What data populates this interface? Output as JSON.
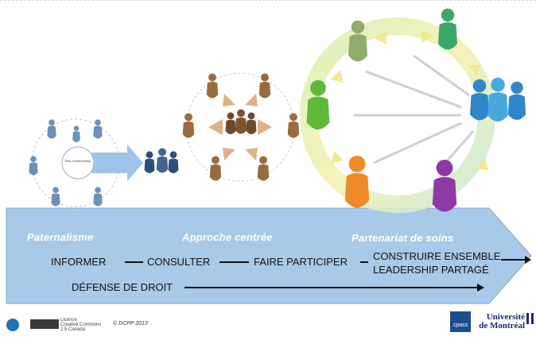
{
  "stages": {
    "paternalism": "Paternalisme",
    "centered": "Approche centrée",
    "partnership": "Partenariat de soins"
  },
  "steps": {
    "inform": "INFORMER",
    "consult": "CONSULTER",
    "participate": "FAIRE PARTICIPER",
    "build_line1": "CONSTRUIRE ENSEMBLE",
    "build_line2": "LEADERSHIP PARTAGÉ",
    "advocacy": "DÉFENSE DE DROIT"
  },
  "center_label": "Plan d'intervention",
  "footer": {
    "license_lines": [
      "Licence",
      "Creative Commons",
      "2.5 Canada"
    ],
    "copyright": "© DCPP 2013",
    "cpass": "cpass",
    "university_line1": "Université",
    "university_line2": "de Montréal"
  },
  "colors": {
    "arrow": "#a9c9e8",
    "paternalism_people": "#6d90b8",
    "centered_people": "#9a6b3f",
    "ring_green": "#bfe0a0",
    "ring_yellow": "#f2ec9e"
  }
}
